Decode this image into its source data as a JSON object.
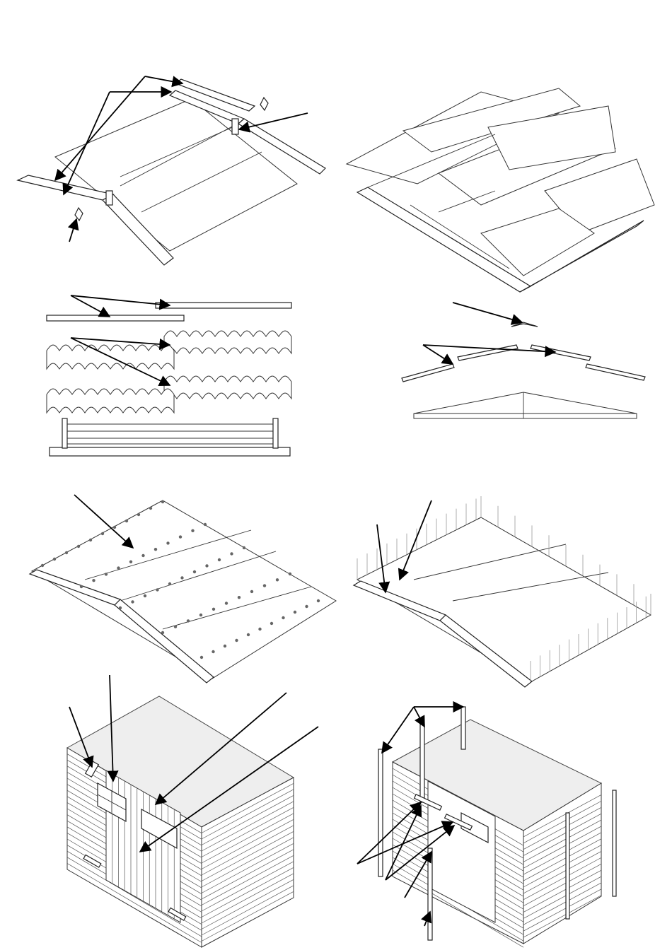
{
  "diagram": {
    "kind": "shed-assembly-instructions",
    "steps": [
      {
        "name": "roof-bargeboards"
      },
      {
        "name": "roof-sheets-overlap"
      },
      {
        "name": "roof-parts-layout"
      },
      {
        "name": "gable-ridge-parts"
      },
      {
        "name": "roof-screw-points"
      },
      {
        "name": "roof-fixing-screws"
      },
      {
        "name": "door-window-fixing"
      },
      {
        "name": "corner-trims"
      }
    ],
    "colors": {
      "ink": "#111111",
      "paper": "#ffffff",
      "shade": "#eeeeee"
    }
  }
}
